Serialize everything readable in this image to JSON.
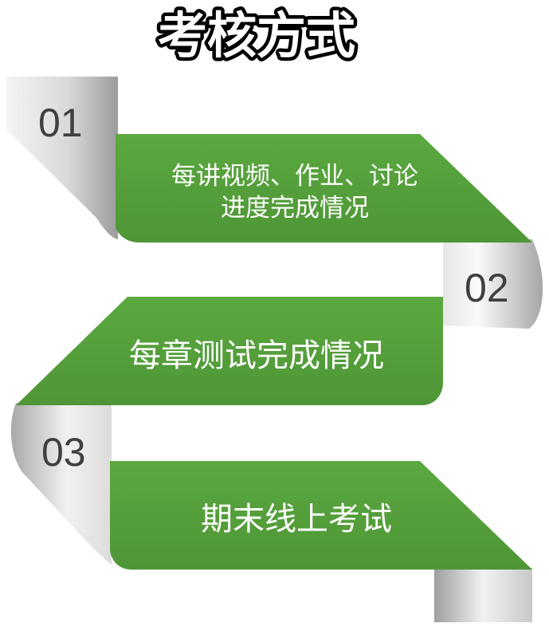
{
  "title": "考核方式",
  "colors": {
    "band": "#55a03b",
    "fold_light": "#f3f3f3",
    "fold_dark": "#a9a9a9",
    "number": "#3f3f3f"
  },
  "steps": [
    {
      "number": "01",
      "text_line1": "每讲视频、作业、讨论",
      "text_line2": "进度完成情况"
    },
    {
      "number": "02",
      "text": "每章测试完成情况"
    },
    {
      "number": "03",
      "text": "期末线上考试"
    }
  ]
}
